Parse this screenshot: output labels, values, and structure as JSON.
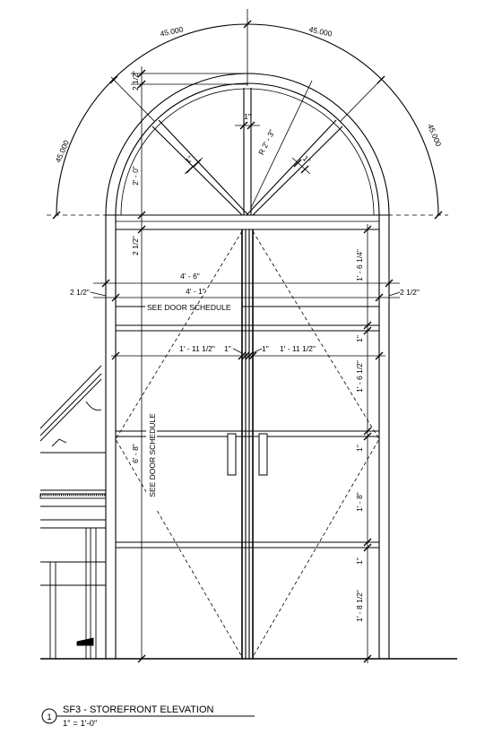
{
  "drawing": {
    "angles": [
      "45.000",
      "45.000",
      "45.000",
      "45.000"
    ],
    "dims": {
      "arch_top_gap": "2 1/2\"",
      "arch_rise": "2' - 0\"",
      "spoke_width": "1\"",
      "radius": "R 2' - 3\"",
      "spoke_left": "1\"",
      "spoke_right": "1\"",
      "transom_gap": "2 1/2\"",
      "overall_width": "4' - 6\"",
      "inner_width": "4' - 1\"",
      "side_left": "2 1/2\"",
      "side_right": "2 1/2\"",
      "leaf_left": "1' - 11 1/2\"",
      "stile_left": "1\"",
      "stile_right": "1\"",
      "leaf_right": "1' - 11 1/2\"",
      "door_height": "6' - 8\"",
      "right_1": "1' - 6 1/4\"",
      "right_2": "1\"",
      "right_3": "1' - 6 1/2\"",
      "right_4": "1\"",
      "right_5": "1' - 8\"",
      "right_6": "1\"",
      "right_7": "1' - 8 1/2\""
    },
    "notes": {
      "door_schedule_h": "SEE DOOR SCHEDULE",
      "door_schedule_v": "SEE DOOR SCHEDULE"
    }
  },
  "title_block": {
    "number": "1",
    "title": "SF3 - STOREFRONT ELEVATION",
    "scale": "1\" = 1'-0\""
  }
}
